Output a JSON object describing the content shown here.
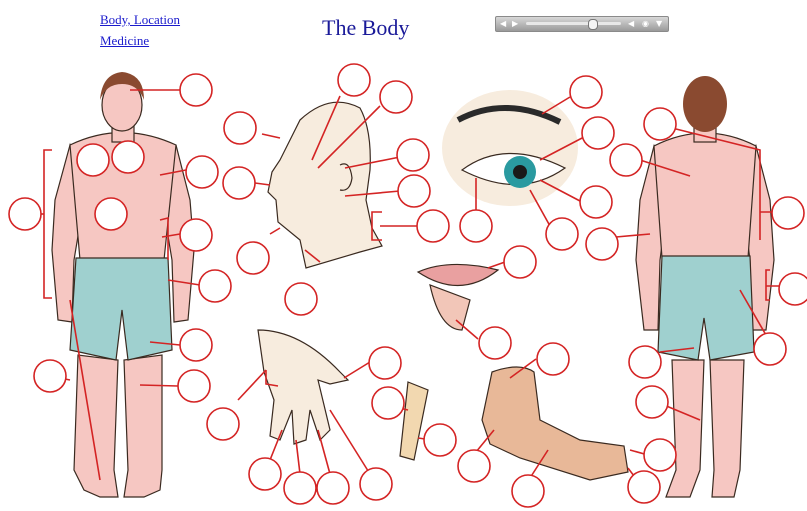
{
  "header": {
    "link_1": "Body, Location",
    "link_2": "Medicine",
    "title": "The Body"
  },
  "media_player": {
    "controls": [
      "speaker-icon",
      "play-icon",
      "rewind-icon",
      "settings-icon",
      "dropdown-icon"
    ]
  },
  "colors": {
    "label_ring": "#d42424",
    "skin": "#f6c7c2",
    "shorts": "#9fd0cf",
    "hair": "#8a4a30",
    "link": "#1a1acc",
    "title": "#1a1a99"
  },
  "diagram": {
    "blank_label_count": 48
  }
}
